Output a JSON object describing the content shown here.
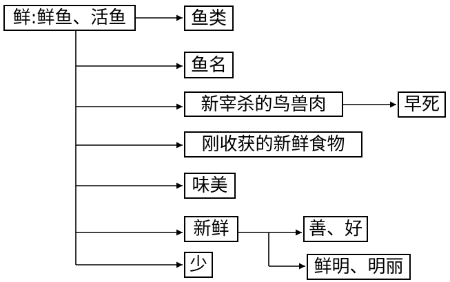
{
  "diagram": {
    "root": {
      "label": "鲜:鲜鱼、活鱼"
    },
    "branches": [
      {
        "label": "鱼类"
      },
      {
        "label": "鱼名"
      },
      {
        "label": "新宰杀的鸟兽肉",
        "child": {
          "label": "早死"
        }
      },
      {
        "label": "刚收获的新鲜食物"
      },
      {
        "label": "味美"
      },
      {
        "label": "新鲜",
        "children": [
          {
            "label": "善、好"
          },
          {
            "label": "鲜明、明丽"
          }
        ]
      },
      {
        "label": "少"
      }
    ]
  },
  "colors": {
    "line": "#000000",
    "box_border": "#000000",
    "background": "#ffffff"
  }
}
